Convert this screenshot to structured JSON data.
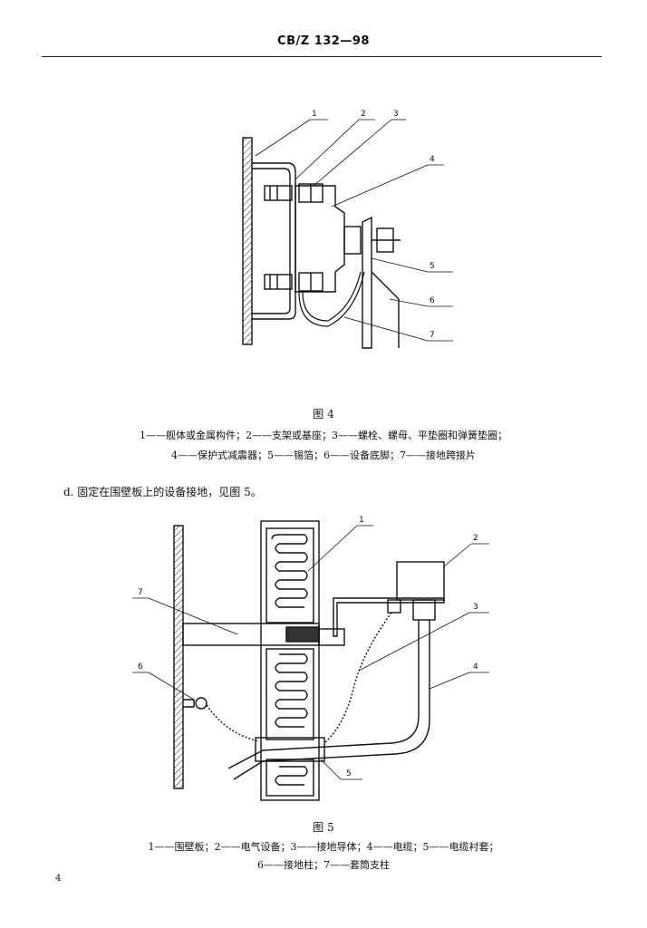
{
  "header": {
    "code": "CB/Z  132—98"
  },
  "figure4": {
    "labels": [
      "1",
      "2",
      "3",
      "4",
      "5",
      "6",
      "7"
    ],
    "title": "图 4",
    "legend_line1": "1——舰体或金属构件；2——支架或基座；3——螺栓、螺母、平垫圈和弹簧垫圈；",
    "legend_line2": "4——保护式减震器；5——锡箔；6——设备底脚；7——接地跨接片"
  },
  "paragraph": {
    "text": "d.  固定在围壁板上的设备接地，见图 5。"
  },
  "figure5": {
    "labels": [
      "1",
      "2",
      "3",
      "4",
      "5",
      "6",
      "7"
    ],
    "title": "图 5",
    "legend_line1": "1——围壁板；2——电气设备；3——接地导体；4——电缆；5——电缆衬套；",
    "legend_line2": "6——接地柱；7——套筒支柱"
  },
  "page_number": "4"
}
